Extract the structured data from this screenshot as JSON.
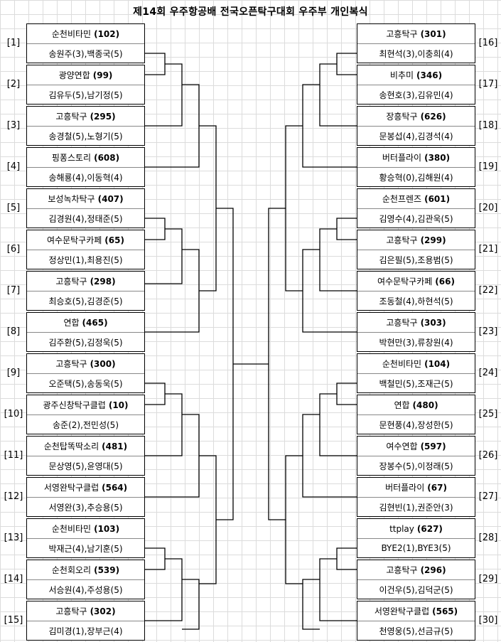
{
  "title": "제14회 우주항공배 전국오픈탁구대회  우주부 개인복식",
  "left_entries": [
    {
      "seed": "[1]",
      "team": "순천비타민",
      "code": "(102)",
      "players": "송원주(3),백종국(5)"
    },
    {
      "seed": "[2]",
      "team": "광양연합",
      "code": "(99)",
      "players": "김유두(5),남기정(5)"
    },
    {
      "seed": "[3]",
      "team": "고흥탁구",
      "code": "(295)",
      "players": "송경철(5),노형기(5)"
    },
    {
      "seed": "[4]",
      "team": "핑퐁스토리",
      "code": "(608)",
      "players": "송해룡(4),이동혁(4)"
    },
    {
      "seed": "[5]",
      "team": "보성녹차탁구",
      "code": "(407)",
      "players": "김경원(4),정태준(5)"
    },
    {
      "seed": "[6]",
      "team": "여수문탁구카페",
      "code": "(65)",
      "players": "정상민(1),최용진(5)"
    },
    {
      "seed": "[7]",
      "team": "고흥탁구",
      "code": "(298)",
      "players": "최승호(5),김경준(5)"
    },
    {
      "seed": "[8]",
      "team": "연합",
      "code": "(465)",
      "players": "김주환(5),김정욱(5)"
    },
    {
      "seed": "[9]",
      "team": "고흥탁구",
      "code": "(300)",
      "players": "오준택(5),송동욱(5)"
    },
    {
      "seed": "[10]",
      "team": "광주신창탁구클럽",
      "code": "(10)",
      "players": "송준(2),전민성(5)"
    },
    {
      "seed": "[11]",
      "team": "순천탑똑딱소리",
      "code": "(481)",
      "players": "문상영(5),윤영대(5)"
    },
    {
      "seed": "[12]",
      "team": "서영완탁구클럽",
      "code": "(564)",
      "players": "서영완(3),추승용(5)"
    },
    {
      "seed": "[13]",
      "team": "순천비타민",
      "code": "(103)",
      "players": "박재근(4),남기훈(5)"
    },
    {
      "seed": "[14]",
      "team": "순천회오리",
      "code": "(539)",
      "players": "서승원(4),주성용(5)"
    },
    {
      "seed": "[15]",
      "team": "고흥탁구",
      "code": "(302)",
      "players": "김미경(1),장부근(4)"
    }
  ],
  "right_entries": [
    {
      "seed": "[16]",
      "team": "고흥탁구",
      "code": "(301)",
      "players": "최현석(3),이충희(4)"
    },
    {
      "seed": "[17]",
      "team": "비추미",
      "code": "(346)",
      "players": "송현호(3),김유민(4)"
    },
    {
      "seed": "[18]",
      "team": "장흥탁구",
      "code": "(626)",
      "players": "문봉섭(4),김경석(4)"
    },
    {
      "seed": "[19]",
      "team": "버터플라이",
      "code": "(380)",
      "players": "황승혁(0),김해원(4)"
    },
    {
      "seed": "[20]",
      "team": "순천프렌즈",
      "code": "(601)",
      "players": "김영수(4),김관욱(5)"
    },
    {
      "seed": "[21]",
      "team": "고흥탁구",
      "code": "(299)",
      "players": "김은필(5),조용범(5)"
    },
    {
      "seed": "[22]",
      "team": "여수문탁구카페",
      "code": "(66)",
      "players": "조동철(4),하현석(5)"
    },
    {
      "seed": "[23]",
      "team": "고흥탁구",
      "code": "(303)",
      "players": "박현만(3),류창원(4)"
    },
    {
      "seed": "[24]",
      "team": "순천비타민",
      "code": "(104)",
      "players": "백철민(5),조재근(5)"
    },
    {
      "seed": "[25]",
      "team": "연합",
      "code": "(480)",
      "players": "문현풍(4),장성한(5)"
    },
    {
      "seed": "[26]",
      "team": "여수연합",
      "code": "(597)",
      "players": "장봉수(5),이정래(5)"
    },
    {
      "seed": "[27]",
      "team": "버터플라이",
      "code": "(67)",
      "players": "김현빈(1),권준안(3)"
    },
    {
      "seed": "[28]",
      "team": "ttplay",
      "code": "(627)",
      "players": "BYE2(1),BYE3(5)"
    },
    {
      "seed": "[29]",
      "team": "고흥탁구",
      "code": "(296)",
      "players": "이건우(5),김덕군(5)"
    },
    {
      "seed": "[30]",
      "team": "서영완탁구클럽",
      "code": "(565)",
      "players": "천영웅(5),선금규(5)"
    }
  ]
}
